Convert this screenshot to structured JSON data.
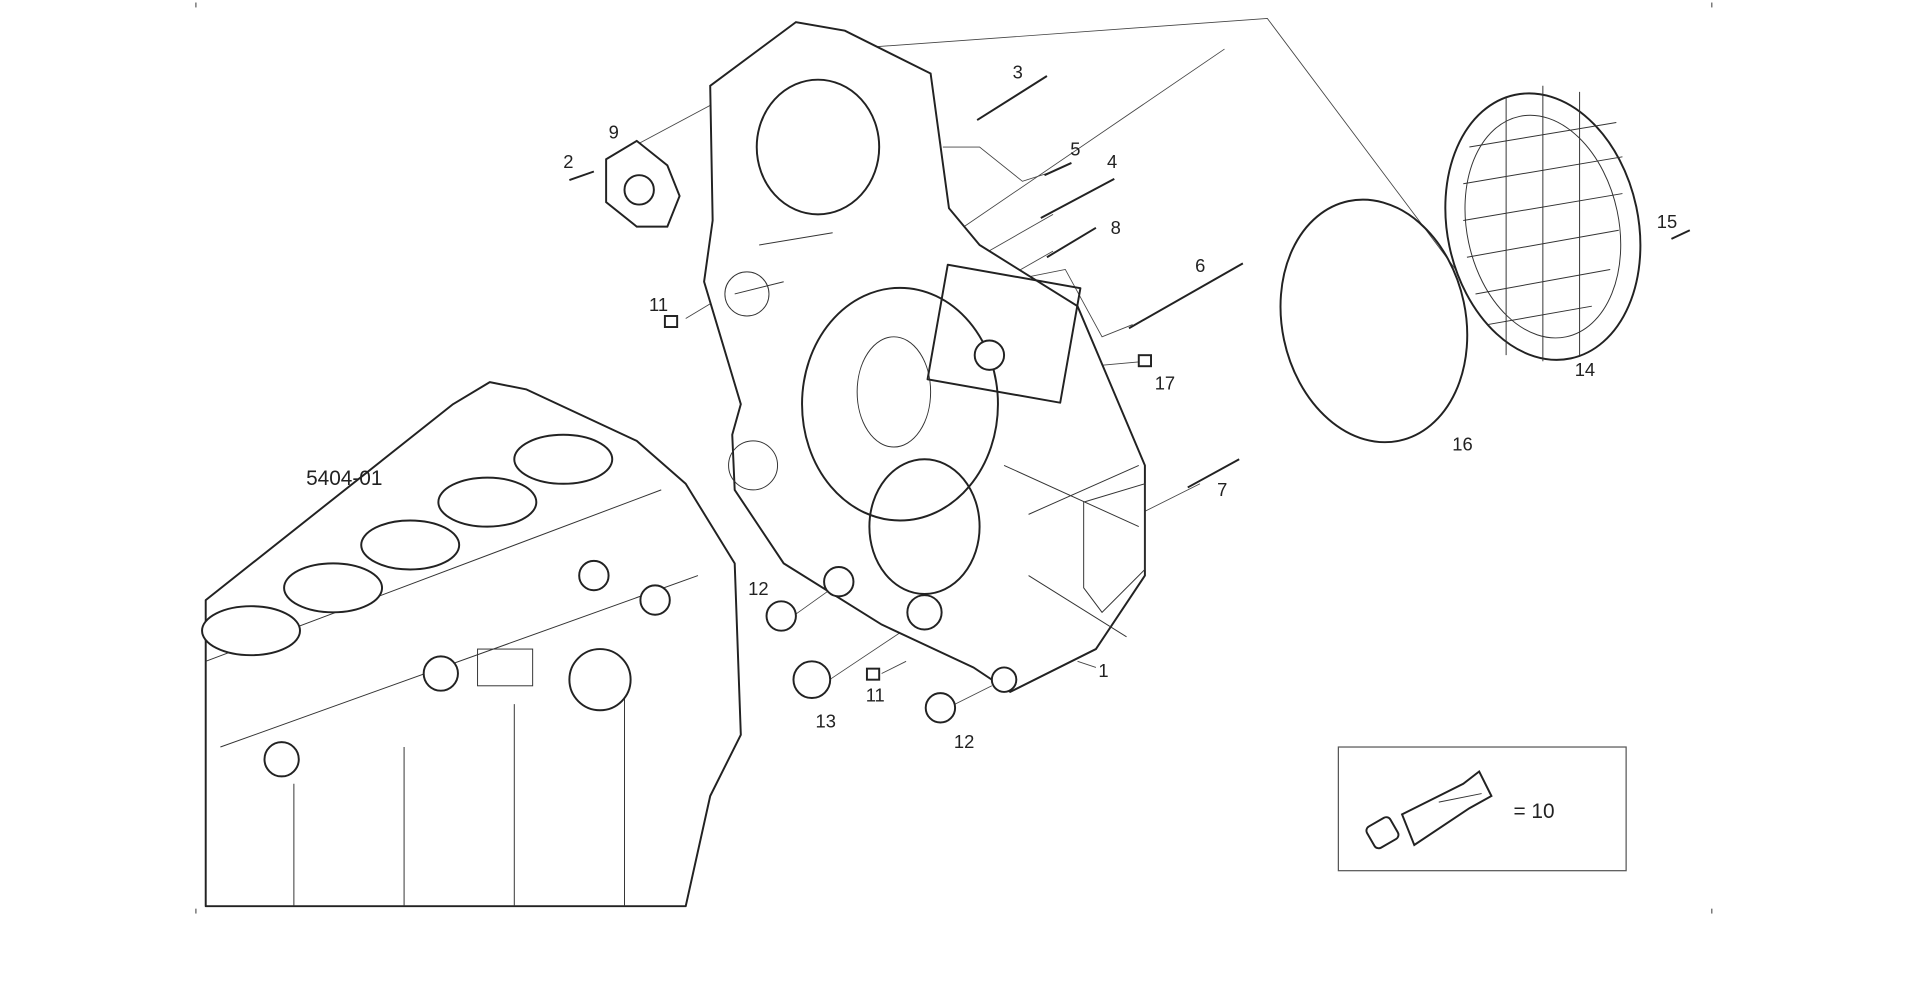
{
  "diagram": {
    "reference_label": "5404-01",
    "part_callouts": [
      "1",
      "2",
      "3",
      "4",
      "5",
      "6",
      "7",
      "8",
      "9",
      "11",
      "11",
      "12",
      "12",
      "13",
      "14",
      "15",
      "16",
      "17"
    ],
    "legend": {
      "icon": "sealant-tube-icon",
      "text": "= 10"
    }
  }
}
